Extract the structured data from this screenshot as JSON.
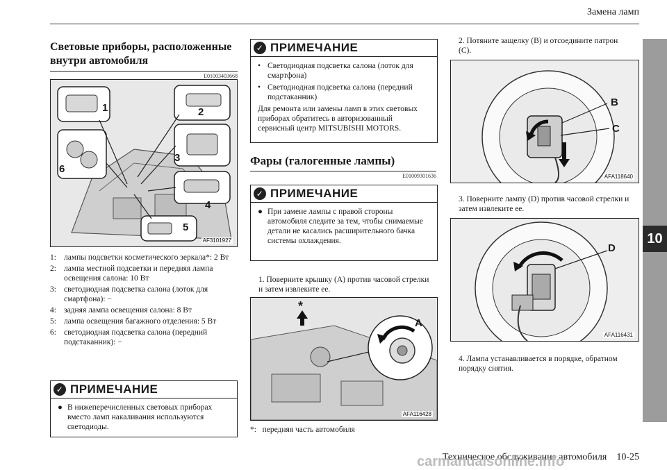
{
  "header": {
    "title": "Замена ламп"
  },
  "chapter_tab": "10",
  "left": {
    "section_title_1": "Световые приборы, расположенные",
    "section_title_2": "внутри автомобиля",
    "code": "E01003403668",
    "figure_code": "AF3101927",
    "callouts": [
      "1",
      "2",
      "3",
      "4",
      "5",
      "6"
    ],
    "items": [
      {
        "n": "1:",
        "text": "лампы подсветки косметического зеркала*: 2 Вт"
      },
      {
        "n": "2:",
        "text": "лампа местной подсветки и передняя лампа освещения салона: 10 Вт"
      },
      {
        "n": "3:",
        "text": "светодиодная подсветка салона (лоток для смартфона): −"
      },
      {
        "n": "4:",
        "text": "задняя лампа освещения салона: 8 Вт"
      },
      {
        "n": "5:",
        "text": "лампа освещения багажного отделения: 5 Вт"
      },
      {
        "n": "6:",
        "text": "светодиодная подсветка салона (передний подстаканник): −"
      }
    ],
    "note_title": "ПРИМЕЧАНИЕ",
    "note_text": "В нижеперечисленных световых приборах вместо ламп накаливания используются светодиоды."
  },
  "middle": {
    "note1_title": "ПРИМЕЧАНИЕ",
    "note1_bullets": [
      "Светодиодная подсветка салона (лоток для смартфона)",
      "Светодиодная подсветка салона (передний подстаканник)"
    ],
    "note1_text": "Для ремонта или замены ламп в этих световых приборах обратитесь в авторизованный сервисный центр MITSUBISHI MOTORS.",
    "section_title": "Фары (галогенные лампы)",
    "code": "E01009301636",
    "note2_title": "ПРИМЕЧАНИЕ",
    "note2_text": "При замене лампы с правой стороны автомобиля следите за тем, чтобы снимаемые детали не касались расширительного бачка системы охлаждения.",
    "step1": "1. Поверните крышку (A) против часовой стрелки и затем извлеките ее.",
    "figure_code": "AFA116428",
    "label_a": "A",
    "label_star": "*",
    "footnote_mark": "*:",
    "footnote": "передняя часть автомобиля"
  },
  "right": {
    "step2": "2. Потяните защелку (B) и отсоедините патрон (C).",
    "fig1_code": "AFA118640",
    "label_b": "B",
    "label_c": "C",
    "step3": "3. Поверните лампу (D) против часовой стрелки и затем извлеките ее.",
    "fig2_code": "AFA116431",
    "label_d": "D",
    "step4": "4. Лампа устанавливается в порядке, обратном порядку снятия."
  },
  "footer": {
    "title": "Техническое обслуживание автомобиля",
    "page": "10-25"
  },
  "watermark": "carmanualsonline.info"
}
